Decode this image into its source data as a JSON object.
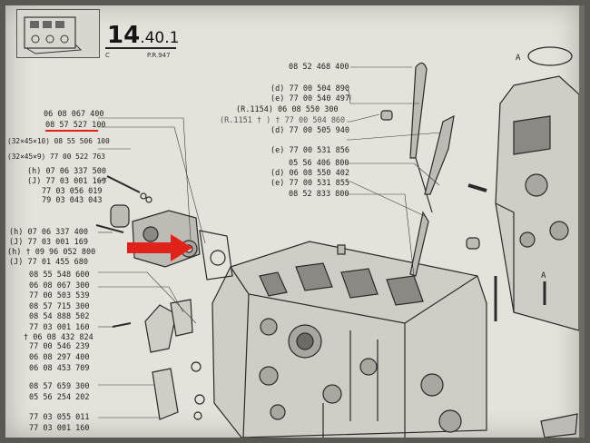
{
  "header": {
    "section_number": "14",
    "section_sub": ".40.1",
    "letter": "C",
    "reference": "P.R.947"
  },
  "right_label": "A",
  "right_labels": [
    "A",
    "A"
  ],
  "parts_left": [
    "06 08 067 400",
    "08 57 527 100",
    "(32×45×10) 08 55 506 100",
    "(32×45×9) 77 00 522 763",
    "(h) 07 06 337 500",
    "(J)  77 03 001 169",
    "77 03 056 019",
    "79 03 043 043",
    "(h) 07 06 337 400",
    "(J)  77 03 001 169",
    "(h) † 09 96 052 800",
    "(J) 77 01 455 680",
    "08 55 548 600",
    "06 08 067 300",
    "77 00 503 539",
    "08 57 715 300",
    "08 54 888 502",
    "77 03 001 160",
    "† 06 08 432 824",
    "77 00 546 239",
    "06 08 297 400",
    "06 08 453 709",
    "08 57 659 300",
    "05 56 254 202",
    "77 03 055 011",
    "77 03 001 160"
  ],
  "parts_center": [
    "08 52 468 400",
    "(d) 77 00 504 890",
    "(e) 77 00 540 497",
    "(R.1154) 06 08 550 300",
    "(R.1151 † ) † 77 00 504 860",
    "(d) 77 00 505 940",
    "(e) 77 00 531 856",
    "05 56 406 800",
    "(d) 06 08 550 402",
    "(e) 77 00 531 855",
    "08 52 833 800"
  ],
  "highlight": {
    "part_number": "08 57 527 100",
    "color": "#e0231a"
  }
}
